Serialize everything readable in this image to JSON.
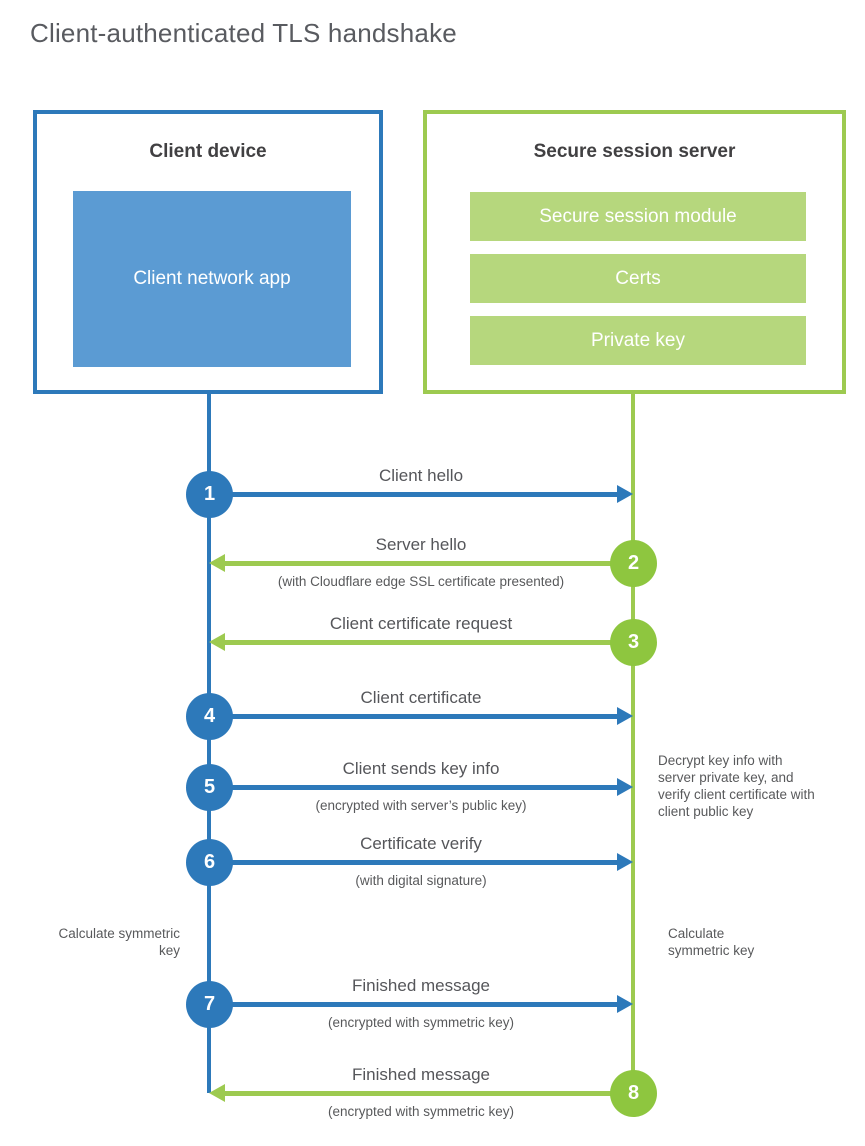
{
  "title": "Client-authenticated TLS handshake",
  "colors": {
    "blue": "#2d79ba",
    "blue_fill": "#5b9bd3",
    "green_stroke": "#9dca50",
    "green_circle": "#8ec63f",
    "green_fill": "#b6d77d"
  },
  "client_box": {
    "title": "Client device",
    "app_label": "Client network app"
  },
  "server_box": {
    "title": "Secure session server",
    "modules": [
      "Secure session module",
      "Certs",
      "Private key"
    ]
  },
  "steps": [
    {
      "num": "1",
      "from": "client",
      "to": "server",
      "label": "Client hello",
      "sub": ""
    },
    {
      "num": "2",
      "from": "server",
      "to": "client",
      "label": "Server hello",
      "sub": "(with Cloudflare edge SSL certificate presented)"
    },
    {
      "num": "3",
      "from": "server",
      "to": "client",
      "label": "Client certificate request",
      "sub": ""
    },
    {
      "num": "4",
      "from": "client",
      "to": "server",
      "label": "Client certificate",
      "sub": ""
    },
    {
      "num": "5",
      "from": "client",
      "to": "server",
      "label": "Client sends key info",
      "sub": "(encrypted with server’s public key)"
    },
    {
      "num": "6",
      "from": "client",
      "to": "server",
      "label": "Certificate verify",
      "sub": "(with digital signature)"
    },
    {
      "num": "7",
      "from": "client",
      "to": "server",
      "label": "Finished message",
      "sub": "(encrypted with symmetric key)"
    },
    {
      "num": "8",
      "from": "server",
      "to": "client",
      "label": "Finished message",
      "sub": "(encrypted with symmetric key)"
    }
  ],
  "notes": {
    "server_decrypt": "Decrypt key info with server private key, and verify client certificate with client public key",
    "client_calculate": "Calculate symmetric key",
    "server_calculate": "Calculate symmetric key"
  }
}
